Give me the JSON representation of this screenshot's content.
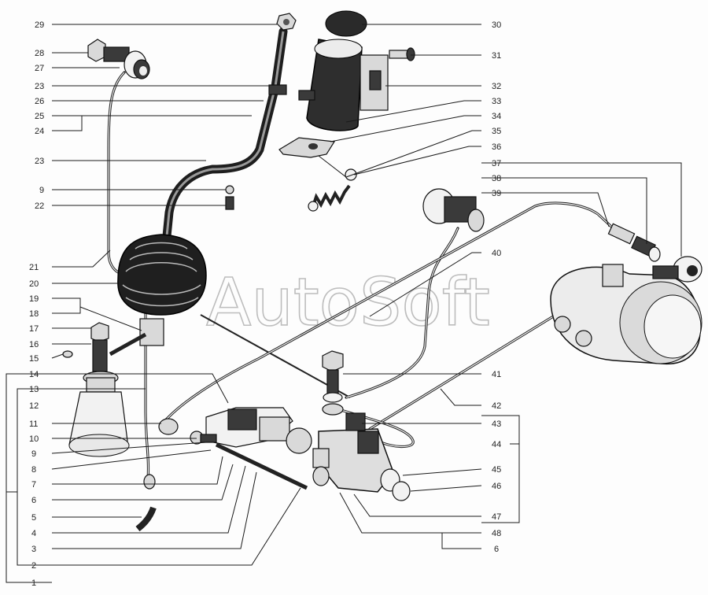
{
  "watermark": "AutoSoft",
  "callouts_left": [
    "29",
    "28",
    "27",
    "23",
    "26",
    "25",
    "24",
    "23",
    "9",
    "22",
    "21",
    "20",
    "19",
    "18",
    "17",
    "16",
    "15",
    "14",
    "13",
    "12",
    "11",
    "10",
    "9",
    "8",
    "7",
    "6",
    "5",
    "4",
    "3",
    "2",
    "1"
  ],
  "callouts_right": [
    "30",
    "31",
    "32",
    "33",
    "34",
    "35",
    "36",
    "37",
    "38",
    "39",
    "40",
    "41",
    "42",
    "43",
    "44",
    "45",
    "46",
    "47",
    "48",
    "6"
  ]
}
